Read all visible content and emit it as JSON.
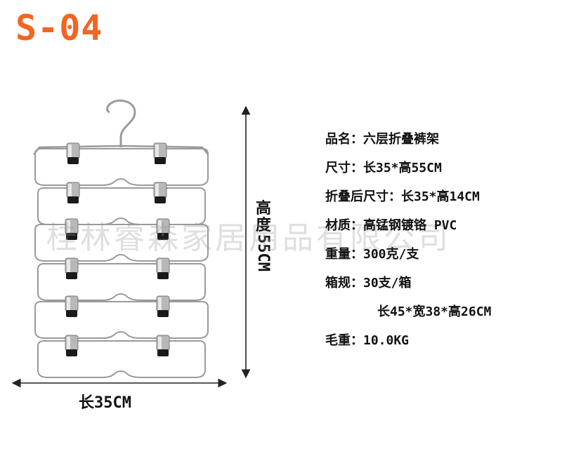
{
  "model_code": "S-04",
  "colors": {
    "model_code": "#f26522",
    "text": "#111111",
    "dimension_lines": "#222222",
    "wire": "#9a9a9a",
    "clip_metal": "#b8b8b8",
    "clip_pad": "#1a1a1a",
    "watermark": "#969696"
  },
  "dimensions": {
    "width_label": "长35CM",
    "height_label_cjk": "高度",
    "height_label_value": "55CM"
  },
  "watermark": "桂林睿森家居用品有限公司",
  "specs": [
    "品名：六层折叠裤架",
    "尺寸：长35*高55CM",
    "折叠后尺寸：长35*高14CM",
    "材质：高锰钢镀铬 PVC",
    "重量：300克/支",
    "箱规：30支/箱",
    "长45*宽38*高26CM",
    "毛重：10.0KG"
  ],
  "product": {
    "tiers": 6,
    "clips_per_tier": 2,
    "icon": "hanger-icon"
  }
}
